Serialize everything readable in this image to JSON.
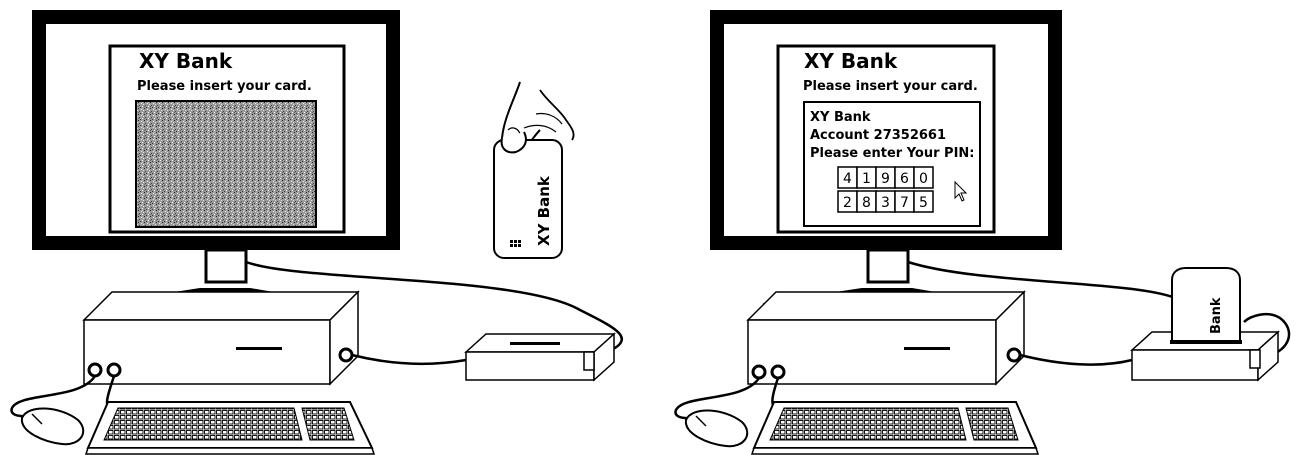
{
  "left_monitor": {
    "bank_title": "XY Bank",
    "prompt": "Please insert your card."
  },
  "card": {
    "label": "XY Bank"
  },
  "right_monitor": {
    "bank_title": "XY Bank",
    "prompt": "Please insert your card.",
    "dialog": {
      "bank_name": "XY Bank",
      "account": "Account 27352661",
      "pin_prompt": "Please enter Your PIN:",
      "keypad_row1": [
        "4",
        "1",
        "9",
        "6",
        "0"
      ],
      "keypad_row2": [
        "2",
        "8",
        "3",
        "7",
        "5"
      ]
    }
  },
  "card_reader_right": {
    "card_label": "Bank"
  }
}
